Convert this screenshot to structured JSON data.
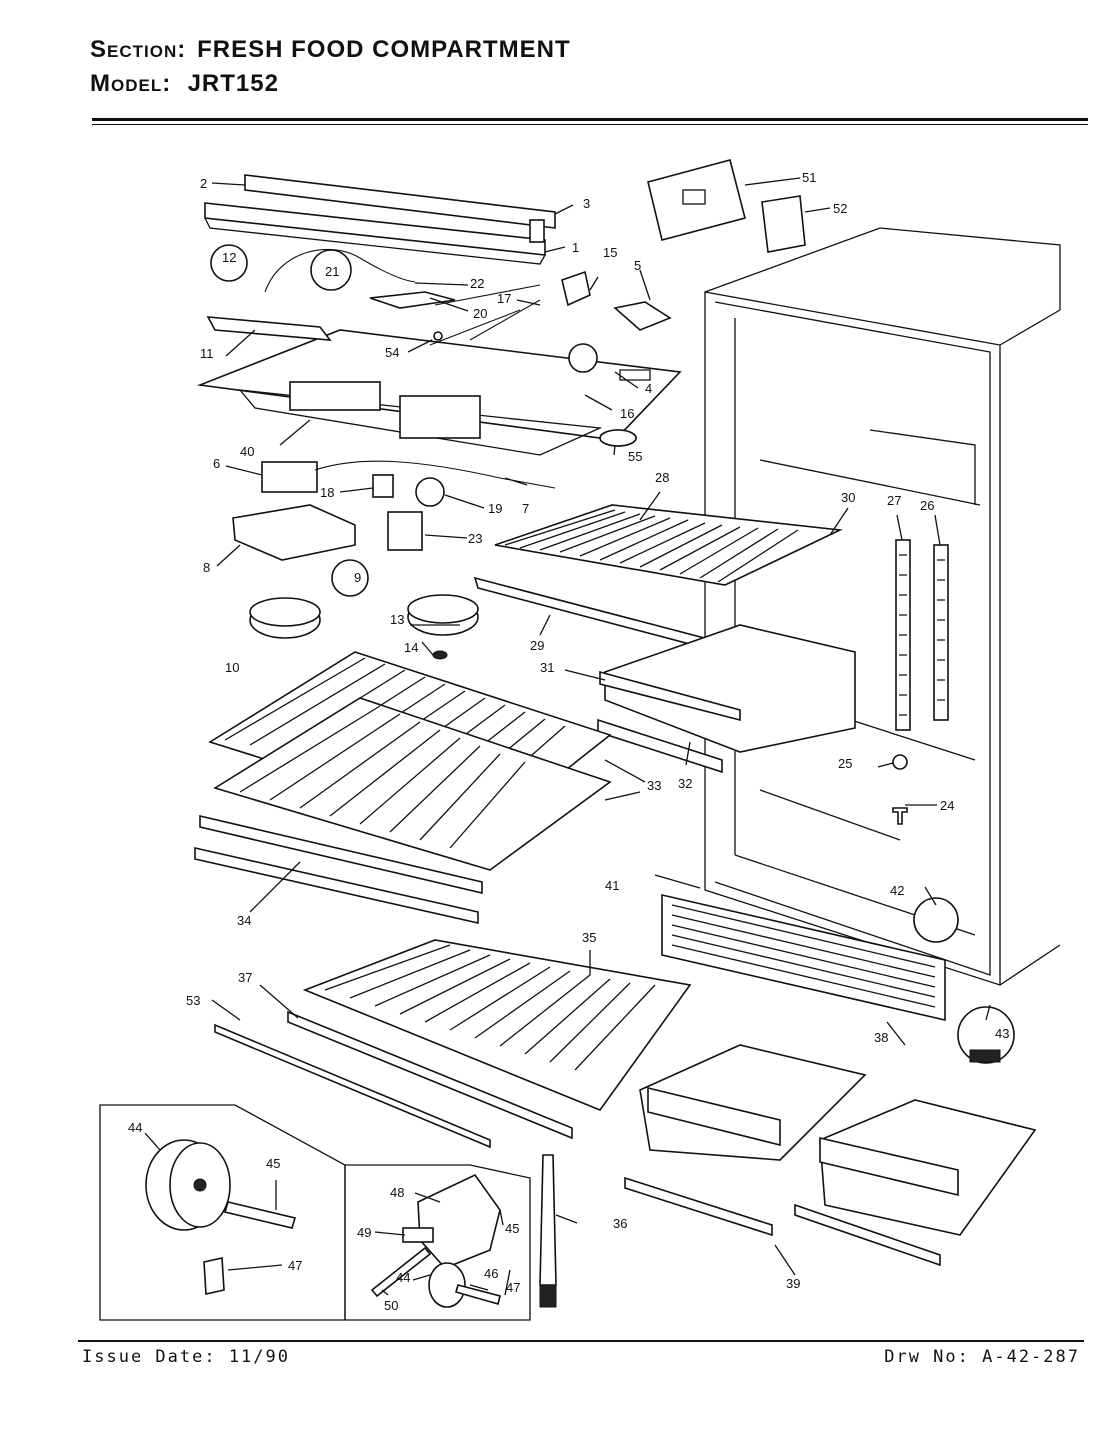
{
  "header": {
    "section_label": "Section:",
    "section_value": "FRESH FOOD COMPARTMENT",
    "model_label": "Model:",
    "model_value": "JRT152"
  },
  "footer": {
    "issue_date": "Issue Date: 11/90",
    "drawing_no": "Drw No: A-42-287"
  },
  "callouts": {
    "c1": "1",
    "c2": "2",
    "c3": "3",
    "c4": "4",
    "c5": "5",
    "c6": "6",
    "c7": "7",
    "c8": "8",
    "c9": "9",
    "c10": "10",
    "c11": "11",
    "c12": "12",
    "c13": "13",
    "c14": "14",
    "c15": "15",
    "c16": "16",
    "c17": "17",
    "c18": "18",
    "c19": "19",
    "c20": "20",
    "c21": "21",
    "c22": "22",
    "c23": "23",
    "c24": "24",
    "c25": "25",
    "c26": "26",
    "c27": "27",
    "c28": "28",
    "c29": "29",
    "c30": "30",
    "c31": "31",
    "c32": "32",
    "c33": "33",
    "c34": "34",
    "c35": "35",
    "c36": "36",
    "c37": "37",
    "c38": "38",
    "c39": "39",
    "c40": "40",
    "c41": "41",
    "c42": "42",
    "c43": "43",
    "c44a": "44",
    "c44b": "44",
    "c45a": "45",
    "c45b": "45",
    "c46": "46",
    "c47a": "47",
    "c47b": "47",
    "c48": "48",
    "c49": "49",
    "c50": "50",
    "c51": "51",
    "c52": "52",
    "c53": "53",
    "c54": "54",
    "c55": "55"
  }
}
